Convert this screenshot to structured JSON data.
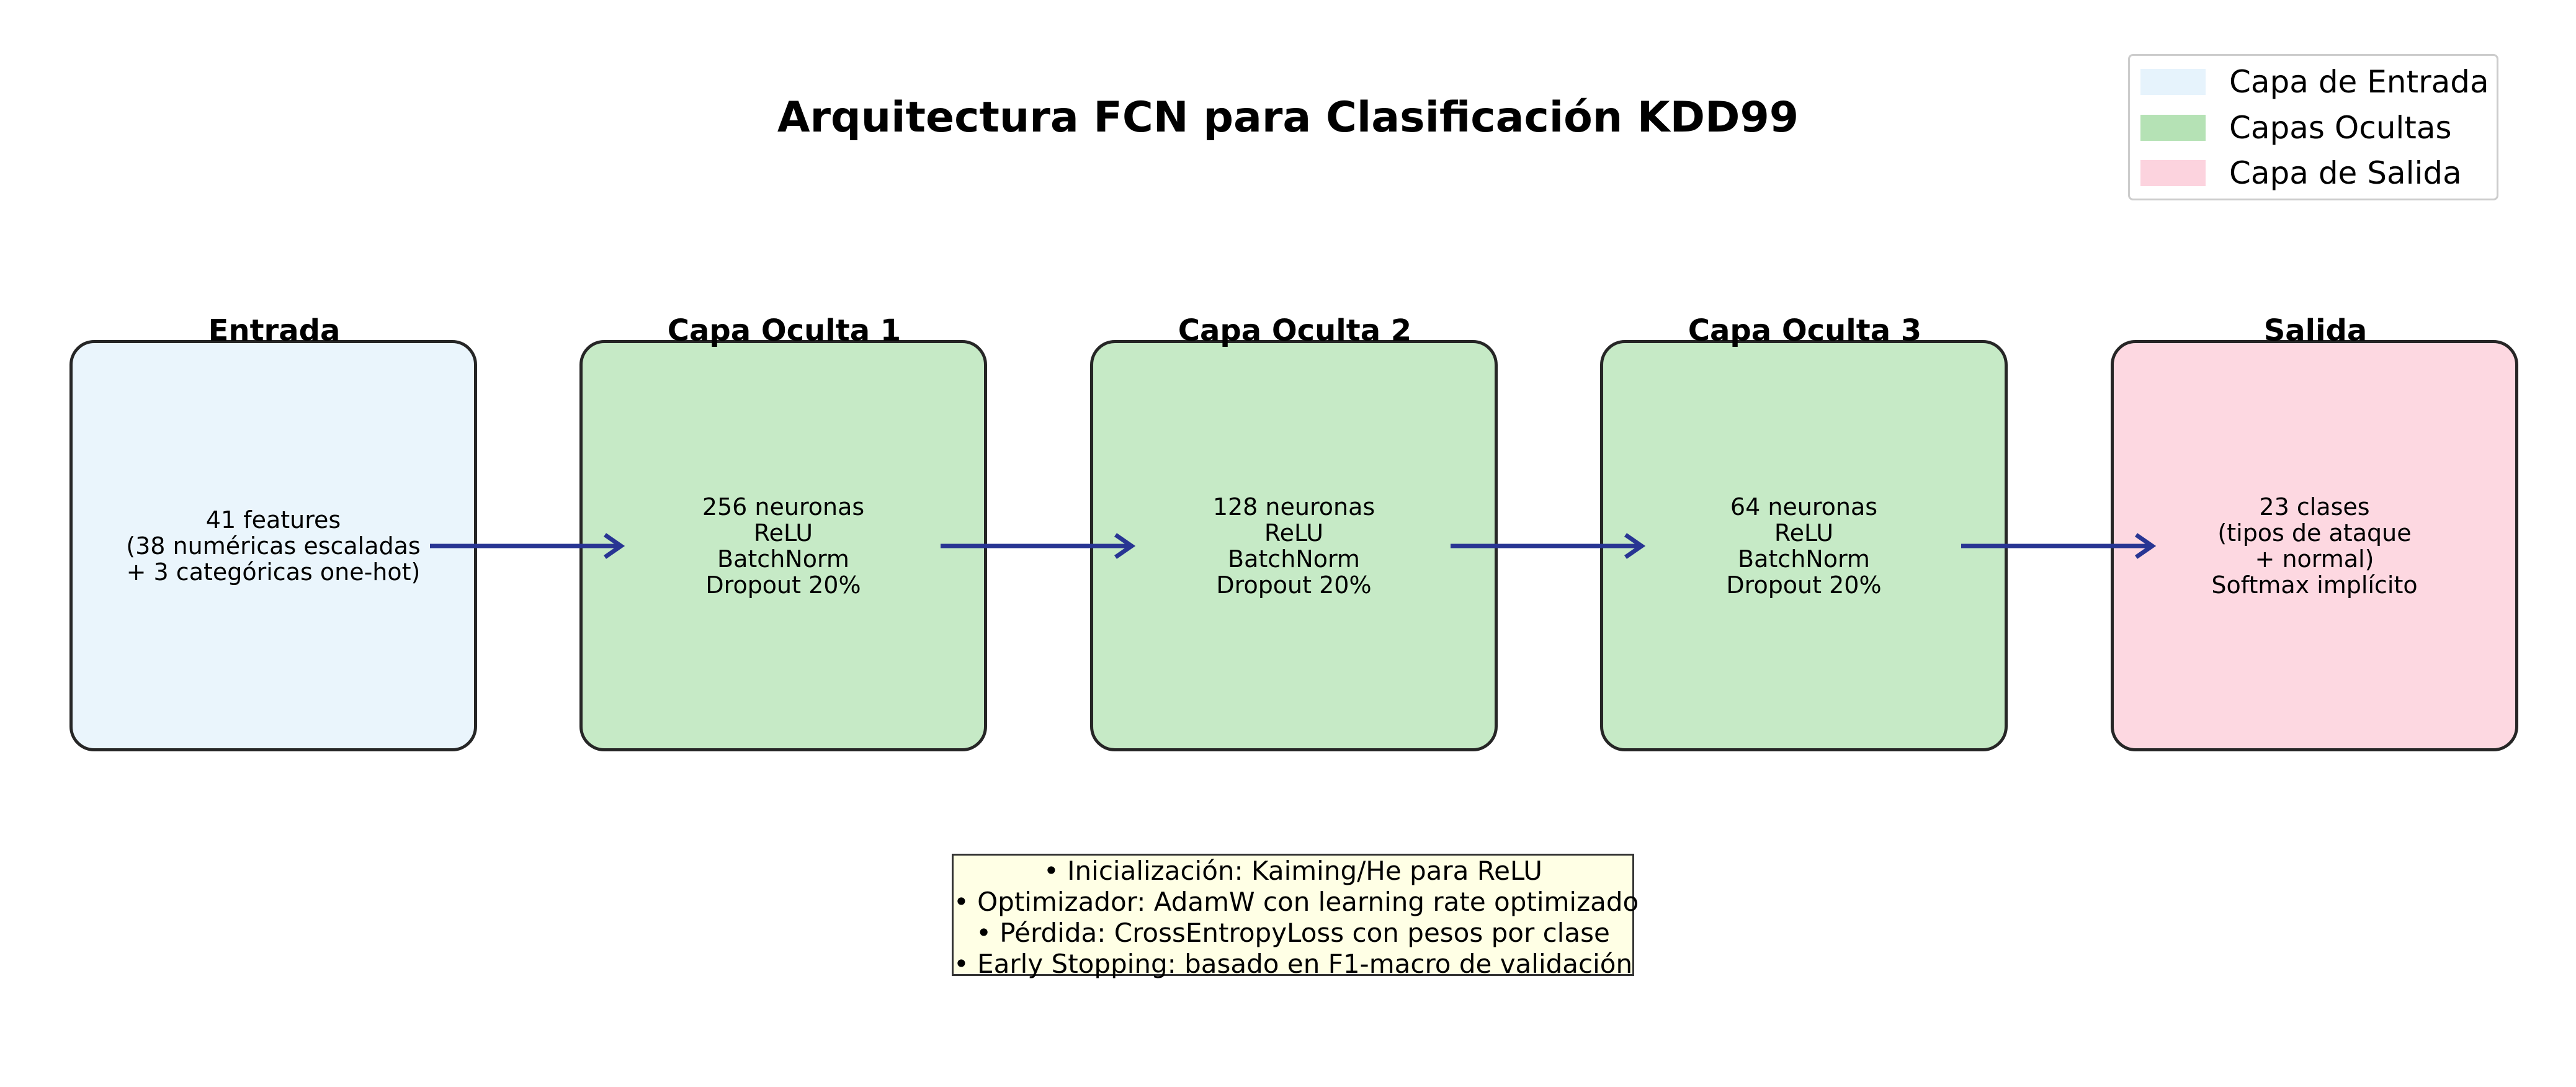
{
  "title": "Arquitectura FCN para Clasificación KDD99",
  "legend": [
    {
      "label": "Capa de Entrada",
      "color": "#e6f3fc"
    },
    {
      "label": "Capas Ocultas",
      "color": "#b5e2b5"
    },
    {
      "label": "Capa de Salida",
      "color": "#fcd3de"
    }
  ],
  "layers": [
    {
      "title": "Entrada",
      "text": "41 features\n(38 numéricas escaladas\n+ 3 categóricas one-hot)",
      "color": "#eaf5fc"
    },
    {
      "title": "Capa Oculta 1",
      "text": "256 neuronas\nReLU\nBatchNorm\nDropout 20%",
      "color": "#c6eac6"
    },
    {
      "title": "Capa Oculta 2",
      "text": "128 neuronas\nReLU\nBatchNorm\nDropout 20%",
      "color": "#c6eac6"
    },
    {
      "title": "Capa Oculta 3",
      "text": "64 neuronas\nReLU\nBatchNorm\nDropout 20%",
      "color": "#c6eac6"
    },
    {
      "title": "Salida",
      "text": "23 clases\n(tipos de ataque\n+ normal)\nSoftmax implícito",
      "color": "#fdd8e1"
    }
  ],
  "arrow_color": "#283593",
  "notes": [
    "• Inicialización: Kaiming/He para ReLU",
    "• Optimizador: AdamW con learning rate optimizado",
    "• Pérdida: CrossEntropyLoss con pesos por clase",
    "• Early Stopping: basado en F1-macro de validación"
  ]
}
